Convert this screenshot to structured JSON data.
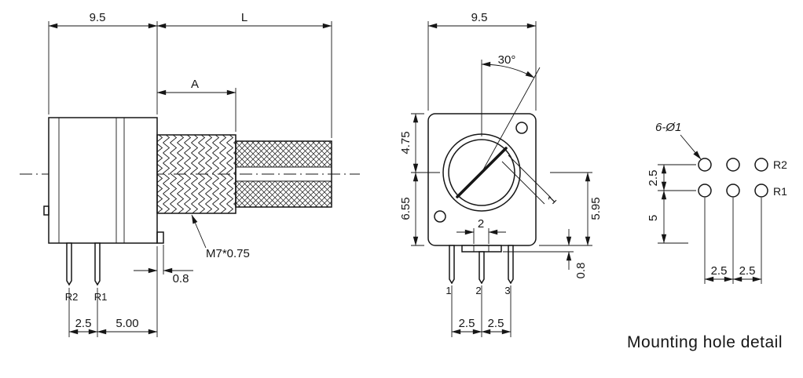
{
  "side_view": {
    "dims": {
      "body_width": "9.5",
      "total_shaft_length": "L",
      "thread_length": "A",
      "bracket_thickness": "0.8",
      "pin_spacing": "2.5",
      "pin_to_edge": "5.00"
    },
    "thread_spec": "M7*0.75",
    "pins": {
      "r2": "R2",
      "r1": "R1"
    }
  },
  "front_view": {
    "dims": {
      "body_width": "9.5",
      "slot_angle": "30°",
      "upper_height": "4.75",
      "lower_height": "6.55",
      "tab_width": "2",
      "slot_width": "1",
      "center_to_bottom": "5.95",
      "tab_thickness": "0.8",
      "pin_pitch_a": "2.5",
      "pin_pitch_b": "2.5"
    },
    "pins": {
      "p1": "1",
      "p2": "2",
      "p3": "3"
    }
  },
  "hole_detail": {
    "hole_callout": "6-Ø1",
    "pins": {
      "r2": "R2",
      "r1": "R1"
    },
    "dims": {
      "row_spacing": "2.5",
      "row_to_bottom": "5",
      "col_spacing_a": "2.5",
      "col_spacing_b": "2.5"
    },
    "caption": "Mounting hole detail"
  }
}
